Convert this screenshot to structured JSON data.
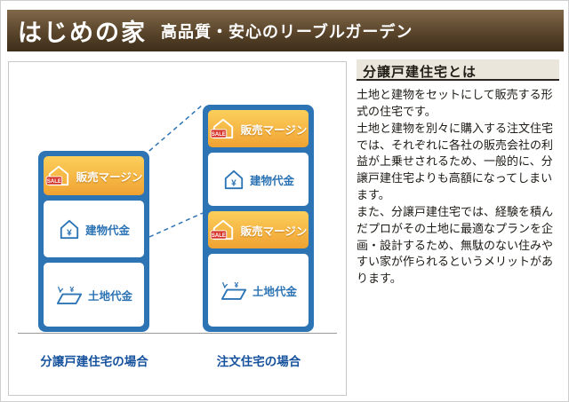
{
  "header": {
    "title": "はじめの家",
    "subtitle": "高品質・安心のリーブルガーデン"
  },
  "diagram": {
    "sale_badge": "SALE",
    "yen": "¥",
    "left_stack": {
      "caption": "分譲戸建住宅の場合",
      "boxes": [
        {
          "label": "販売マージン"
        },
        {
          "label": "建物代金"
        },
        {
          "label": "土地代金"
        }
      ]
    },
    "right_stack": {
      "caption": "注文住宅の場合",
      "boxes": [
        {
          "label": "販売マージン"
        },
        {
          "label": "建物代金"
        },
        {
          "label": "販売マージン"
        },
        {
          "label": "土地代金"
        }
      ]
    }
  },
  "about": {
    "title": "分譲戸建住宅とは",
    "paragraphs": [
      "土地と建物をセットにして販売する形式の住宅です。",
      "土地と建物を別々に購入する注文住宅では、それぞれに各社の販売会社の利益が上乗せされるため、一般的に、分譲戸建住宅よりも高額になってしまいます。",
      "また、分譲戸建住宅では、経験を積んだプロがその土地に最適なプランを企画・設計するため、無駄のない住みやすい家が作られるというメリットがあります。"
    ]
  },
  "colors": {
    "accent_blue": "#2d74b5",
    "orange": "#f0a232",
    "header_brown": "#5a452b",
    "sale_red": "#d6352b"
  }
}
